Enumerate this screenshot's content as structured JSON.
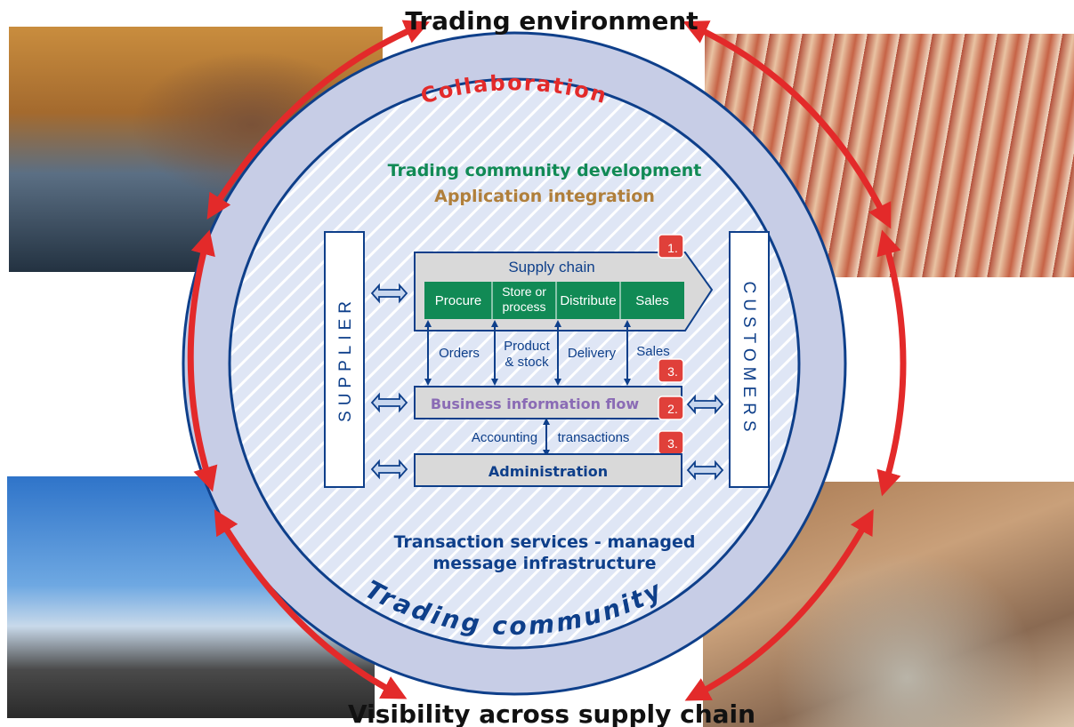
{
  "title_top": "Trading environment",
  "title_bottom": "Visibility across supply chain",
  "ring_top": "Collaboration",
  "ring_bottom": "Trading community",
  "inner_top_1": "Trading community development",
  "inner_top_2": "Application integration",
  "inner_bottom_1": "Transaction services - managed",
  "inner_bottom_2": "message infrastructure",
  "supplier": "SUPPLIER",
  "customers": "CUSTOMERS",
  "supply_chain": {
    "title": "Supply chain",
    "badge": "1.",
    "steps": [
      "Procure",
      "Store or process",
      "Distribute",
      "Sales"
    ]
  },
  "flows": {
    "orders": "Orders",
    "product_1": "Product",
    "product_2": "& stock",
    "delivery": "Delivery",
    "sales": "Sales"
  },
  "business_info": {
    "label": "Business information flow",
    "badge_above": "3.",
    "badge": "2."
  },
  "accounting": {
    "left": "Accounting",
    "right": "transactions"
  },
  "administration": {
    "label": "Administration",
    "badge": "3."
  },
  "colors": {
    "ring": "#c7cde6",
    "navy": "#0e3f8a",
    "red": "#e32a2a",
    "green": "#118a55",
    "tan": "#b07f3b",
    "purple": "#8a6bb5",
    "badge": "#e0403a",
    "box": "#d9d9d9"
  }
}
